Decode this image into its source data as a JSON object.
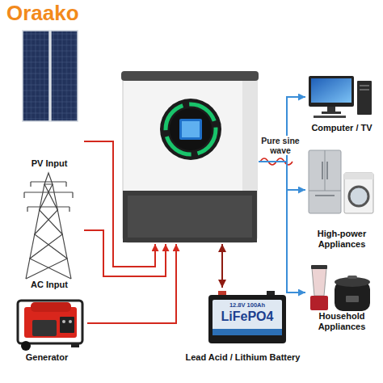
{
  "diagram": {
    "nodes": [
      {
        "text": [
          "PV Input"
        ]
      },
      {
        "text": [
          "AC Input"
        ]
      },
      {
        "text": [
          "Generator"
        ]
      },
      {
        "text": []
      },
      {
        "text": [
          "12.8V 100Ah",
          "LiFePO4",
          "Lead Acid / Lithium Battery"
        ]
      },
      {
        "text": [
          "Computer / TV"
        ]
      },
      {
        "text": [
          "High-power Appliances"
        ]
      },
      {
        "text": [
          "Household Appliances"
        ]
      }
    ],
    "edges": [
      {
        "from": 0,
        "to": 3,
        "arrow": "to"
      },
      {
        "from": 1,
        "to": 3,
        "arrow": "to"
      },
      {
        "from": 2,
        "to": 3,
        "arrow": "to"
      },
      {
        "from": 3,
        "to": 4,
        "arrow": "both"
      },
      {
        "from": 3,
        "to": 5,
        "arrow": "to"
      },
      {
        "from": 3,
        "to": 6,
        "arrow": "to"
      },
      {
        "from": 3,
        "to": 7,
        "arrow": "to"
      }
    ],
    "labels": [
      "Oraako",
      "Pure sine wave"
    ]
  }
}
